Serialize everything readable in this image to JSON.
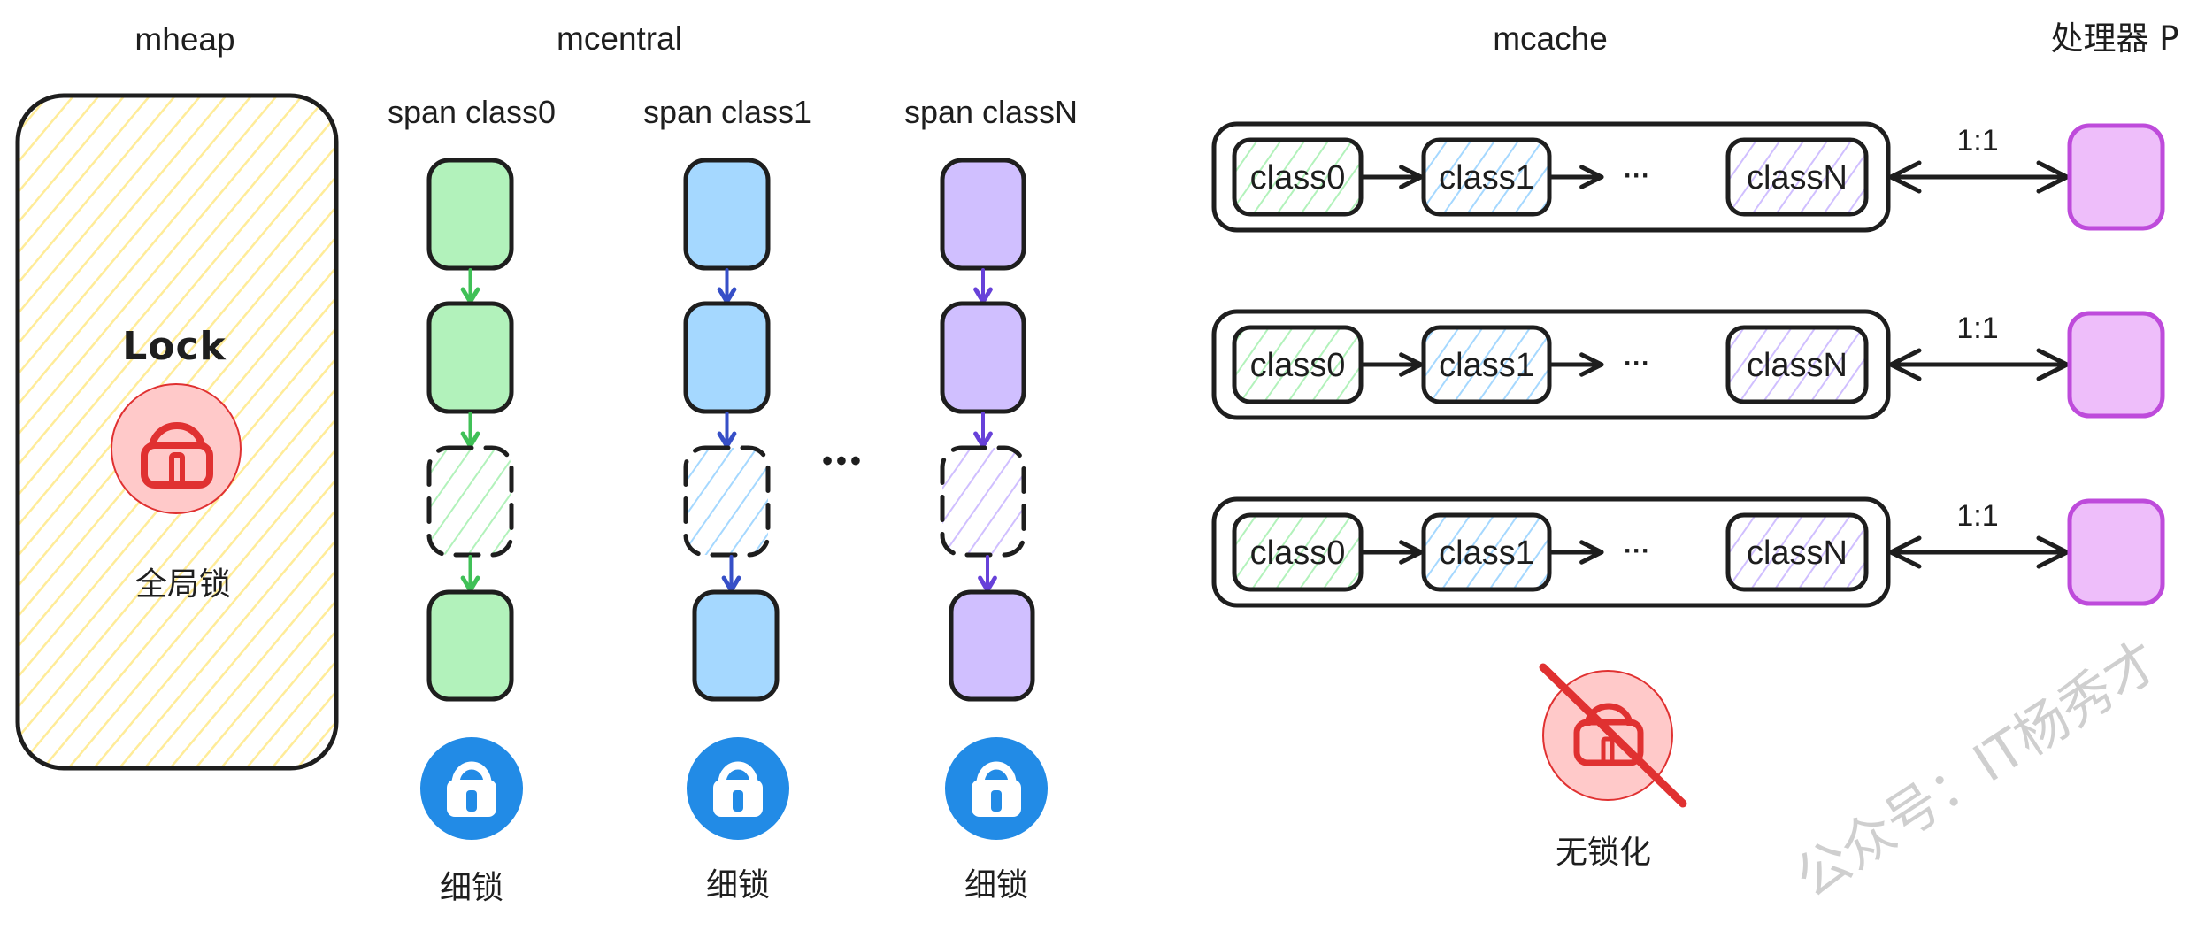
{
  "diagram": {
    "headers": {
      "mheap": "mheap",
      "mcentral": "mcentral",
      "mcache": "mcache",
      "processor": "处理器 P"
    },
    "mheap": {
      "lock_text": "Lock",
      "lock_label": "全局锁",
      "fill_color": "#ffec99",
      "lock_color": "#e03131",
      "lock_bg": "#ffc9c9"
    },
    "mcentral": {
      "columns": [
        {
          "label": "span class0",
          "fill": "#b2f2bb",
          "arrow": "#40c057",
          "lock_label": "细锁"
        },
        {
          "label": "span class1",
          "fill": "#a5d8ff",
          "arrow": "#364fc7",
          "lock_label": "细锁"
        },
        {
          "label": "span classN",
          "fill": "#d0bfff",
          "arrow": "#6741d9",
          "lock_label": "细锁"
        }
      ],
      "ellipsis": "•••",
      "lock_color": "#228be6",
      "spans_per_column": [
        "solid",
        "solid",
        "dashed",
        "solid"
      ]
    },
    "mcache": {
      "rows": [
        {
          "classes": [
            "class0",
            "class1",
            "classN"
          ],
          "ellipsis": "···",
          "ratio": "1:1"
        },
        {
          "classes": [
            "class0",
            "class1",
            "classN"
          ],
          "ellipsis": "···",
          "ratio": "1:1"
        },
        {
          "classes": [
            "class0",
            "class1",
            "classN"
          ],
          "ellipsis": "···",
          "ratio": "1:1"
        }
      ],
      "class_colors": [
        "#b2f2bb",
        "#a5d8ff",
        "#d0bfff"
      ],
      "nolock_label": "无锁化"
    },
    "processor": {
      "fill": "#eebefa",
      "stroke": "#be4bdb"
    },
    "watermark": "公众号：IT杨秀才"
  }
}
